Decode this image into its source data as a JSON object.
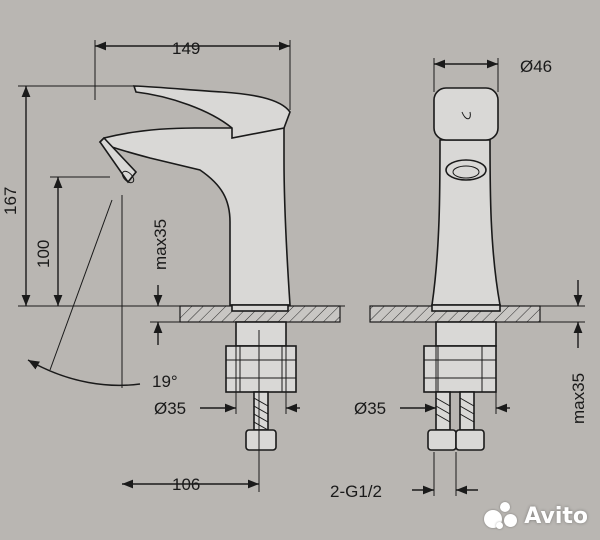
{
  "drawing": {
    "side_view": {
      "overall_length": "149",
      "overall_height": "167",
      "spout_height": "100",
      "counter_thickness": "max35",
      "spout_angle": "19°",
      "spout_reach": "106",
      "hole_diameter": "Ø35"
    },
    "front_view": {
      "body_diameter": "Ø46",
      "hole_diameter": "Ø35",
      "counter_thickness": "max35",
      "connections": "2-G1/2"
    }
  },
  "watermark": {
    "text": "Avito"
  },
  "colors": {
    "background": "#b9b6b2",
    "ink": "#1a1a1a",
    "part": "#d9d8d6"
  }
}
